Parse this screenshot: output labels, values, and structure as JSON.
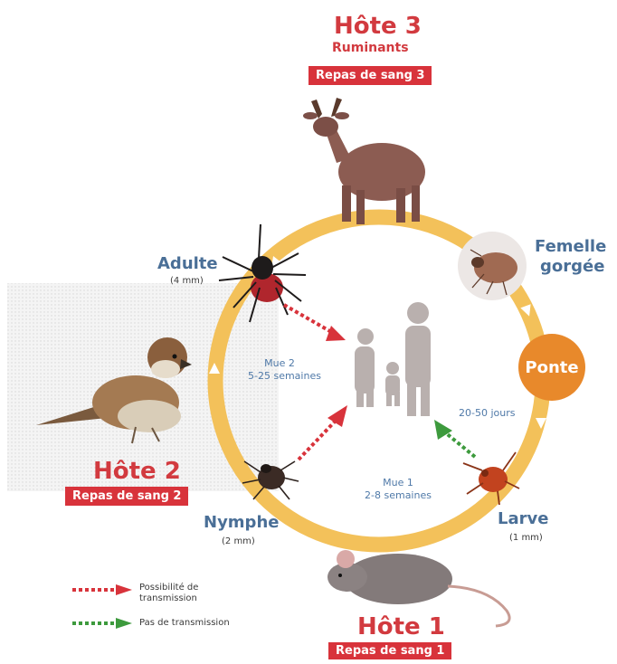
{
  "host3": {
    "title": "Hôte 3",
    "subtitle": "Ruminants",
    "meal": "Repas de sang 3"
  },
  "host2": {
    "title": "Hôte 2",
    "meal": "Repas de sang 2"
  },
  "host1": {
    "title": "Hôte 1",
    "meal": "Repas de sang 1"
  },
  "stages": {
    "adulte": {
      "label": "Adulte",
      "size": "(4 mm)"
    },
    "femelle": {
      "line1": "Femelle",
      "line2": "gorgée"
    },
    "ponte": {
      "label": "Ponte"
    },
    "larve": {
      "label": "Larve",
      "size": "(1 mm)"
    },
    "nymphe": {
      "label": "Nymphe",
      "size": "(2 mm)"
    }
  },
  "moults": {
    "mue2": {
      "line1": "Mue 2",
      "line2": "5-25 semaines"
    },
    "mue1": {
      "line1": "Mue 1",
      "line2": "2-8 semaines"
    },
    "ponte_duration": "20-50 jours"
  },
  "legend": {
    "transmission_line1": "Possibilité de",
    "transmission_line2": "transmission",
    "no_transmission": "Pas de transmission"
  },
  "colors": {
    "cycle": "#f3c15a",
    "host_red": "#d23a3f",
    "stage_blue": "#4a6f97",
    "ponte_orange": "#e8892b",
    "transmission_red": "#d8333b",
    "no_transmission_green": "#3d9a3d"
  }
}
